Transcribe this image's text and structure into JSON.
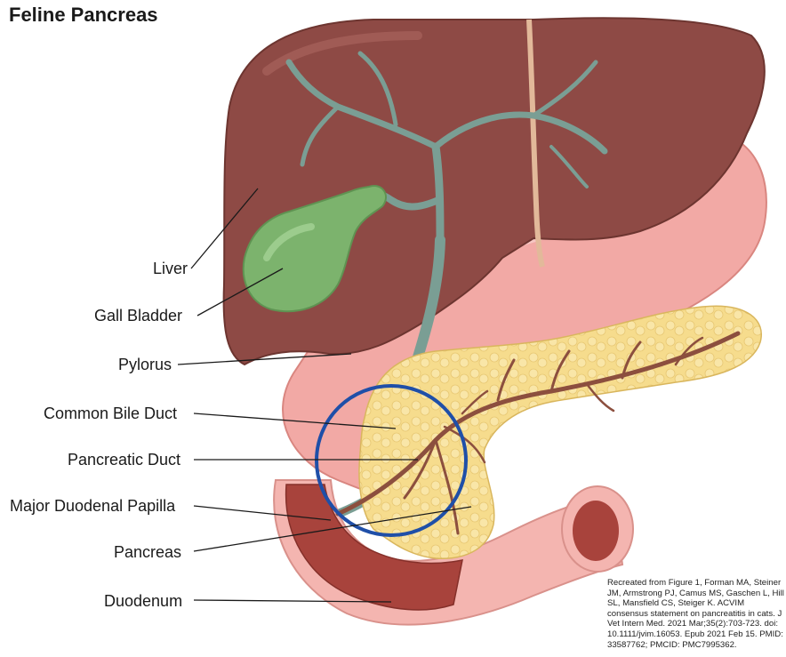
{
  "title": "Feline Pancreas",
  "labels": {
    "liver": "Liver",
    "gall_bladder": "Gall Bladder",
    "pylorus": "Pylorus",
    "common_bile_duct": "Common Bile Duct",
    "pancreatic_duct": "Pancreatic Duct",
    "major_duodenal_papilla": "Major Duodenal Papilla",
    "pancreas": "Pancreas",
    "duodenum": "Duodenum"
  },
  "credit": "Recreated from Figure 1, Forman MA, Steiner JM, Armstrong PJ, Camus MS, Gaschen L, Hill SL, Mansfield CS, Steiger K. ACVIM consensus statement on pancreatitis in cats. J Vet Intern Med. 2021 Mar;35(2):703-723. doi: 10.1111/jvim.16053. Epub 2021 Feb 15. PMID: 33587762; PMCID: PMC7995362.",
  "colors": {
    "liver": "#8e4a45",
    "stomach": "#f2a9a5",
    "gall_bladder": "#7cb36d",
    "bile_duct": "#7a9e94",
    "pancreas": "#f6dc8d",
    "pancreatic_duct": "#8c4f3e",
    "duodenum_outer": "#f4b5b0",
    "duodenum_inner": "#a8433c",
    "highlight_circle": "#1f4fa8"
  }
}
